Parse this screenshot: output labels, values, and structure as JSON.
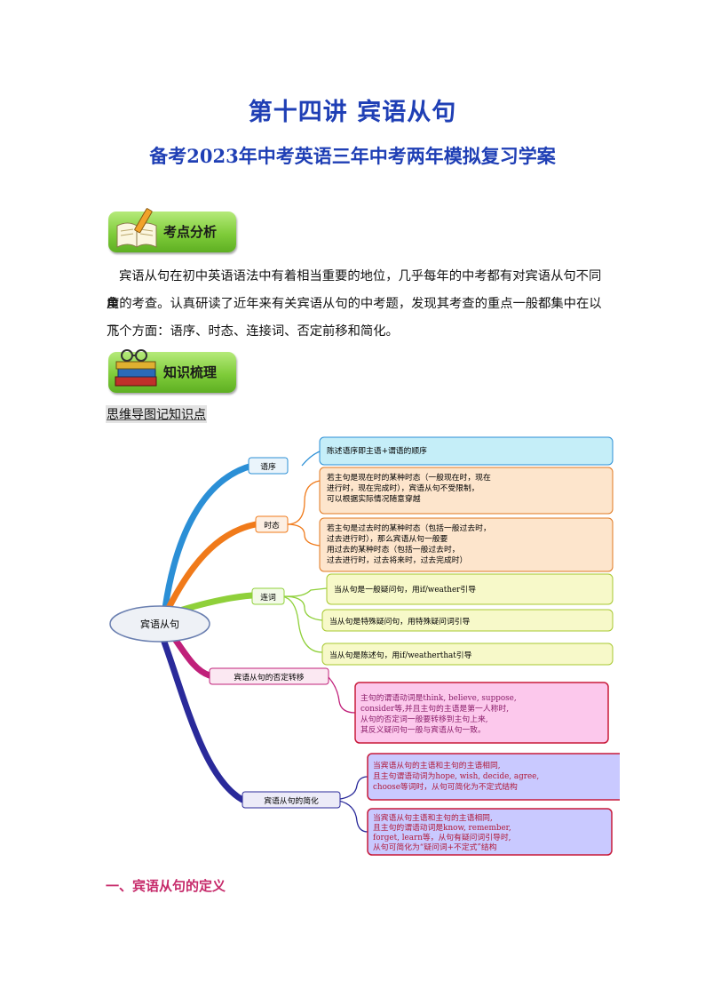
{
  "header": {
    "title": "第十四讲  宾语从句",
    "subtitle": "备考2023年中考英语三年中考两年模拟复习学案"
  },
  "banner_analysis": {
    "label": "考点分析",
    "icon": "notebook-pencil-icon"
  },
  "intro": {
    "lines": [
      "宾语从句在初中英语语法中有着相当重要的地位，几乎每年的中考都有对宾语从句不同角",
      "度的考查。认真研读了近年来有关宾语从句的中考题，发现其考查的重点一般都集中在以下",
      "几个方面：语序、时态、连接词、否定前移和简化。"
    ]
  },
  "banner_knowledge": {
    "label": "知识梳理",
    "icon": "books-glasses-icon"
  },
  "mindmap_caption": "思维导图记知识点",
  "mindmap": {
    "center": "宾语从句",
    "colors": {
      "blue": "#2b8fd6",
      "orange": "#f07a1a",
      "green": "#8fd03a",
      "magenta": "#c0207a",
      "navy": "#2a2a9a"
    },
    "branches": [
      {
        "label": "语序",
        "notes": [
          {
            "lines": [
              "陈述语序即主语+谓语的顺序"
            ]
          }
        ]
      },
      {
        "label": "时态",
        "notes": [
          {
            "lines": [
              "若主句是现在时的某种时态（一般现在时，现在",
              "进行时，现在完成时），宾语从句不受限制，",
              "可以根据实际情况随意穿越"
            ]
          },
          {
            "lines": [
              "若主句是过去时的某种时态（包括一般过去时，",
              "过去进行时），那么宾语从句一般要",
              "用过去的某种时态（包括一般过去时，",
              "过去进行时，过去将来时，过去完成时）"
            ]
          }
        ]
      },
      {
        "label": "连词",
        "notes": [
          {
            "lines": [
              "当从句是一般疑问句，用if/weather引导"
            ]
          },
          {
            "lines": [
              "当从句是特殊疑问句，用特殊疑问词引导"
            ]
          },
          {
            "lines": [
              "当从句是陈述句，用if/weatherthat引导"
            ]
          }
        ]
      },
      {
        "label": "宾语从句的否定转移",
        "notes": [
          {
            "lines": [
              "主句的谓语动词是think, believe, suppose,",
              "consider等,并且主句的主语是第一人称时,",
              "从句的否定词一般要转移到主句上来,",
              "其反义疑问句一般与宾语从句一致。"
            ]
          }
        ]
      },
      {
        "label": "宾语从句的简化",
        "notes": [
          {
            "lines": [
              "当宾语从句的主语和主句的主语相同,",
              "且主句谓语动词为hope, wish, decide, agree,",
              "choose等词时，从句可简化为不定式结构"
            ]
          },
          {
            "lines": [
              "当宾语从句主语和主句的主语相同,",
              "且主句的谓语动词是know, remember,",
              "forget, learn等，从句有疑问词引导时,",
              "从句可简化为“疑问词+不定式”结构"
            ]
          }
        ]
      }
    ]
  },
  "section_heading": "一、宾语从句的定义"
}
